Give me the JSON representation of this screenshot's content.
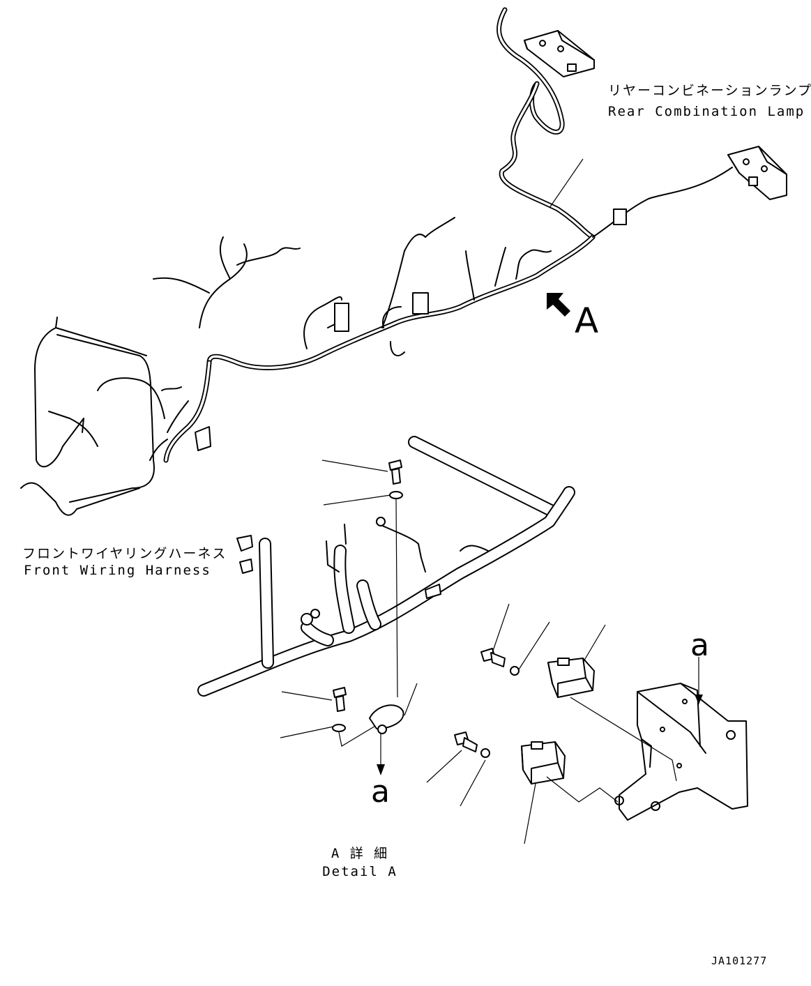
{
  "labels": {
    "rear_lamp_jp": "リヤーコンビネーションランプ",
    "rear_lamp_en": "Rear Combination Lamp",
    "front_harness_jp": "フロントワイヤリングハーネス",
    "front_harness_en": "Front Wiring Harness",
    "view_marker": "A",
    "detail_jp": "A 詳 細",
    "detail_en": "Detail A",
    "ref_point_bracket": "a",
    "ref_point_relay": "a",
    "drawing_number": "JA101277"
  }
}
